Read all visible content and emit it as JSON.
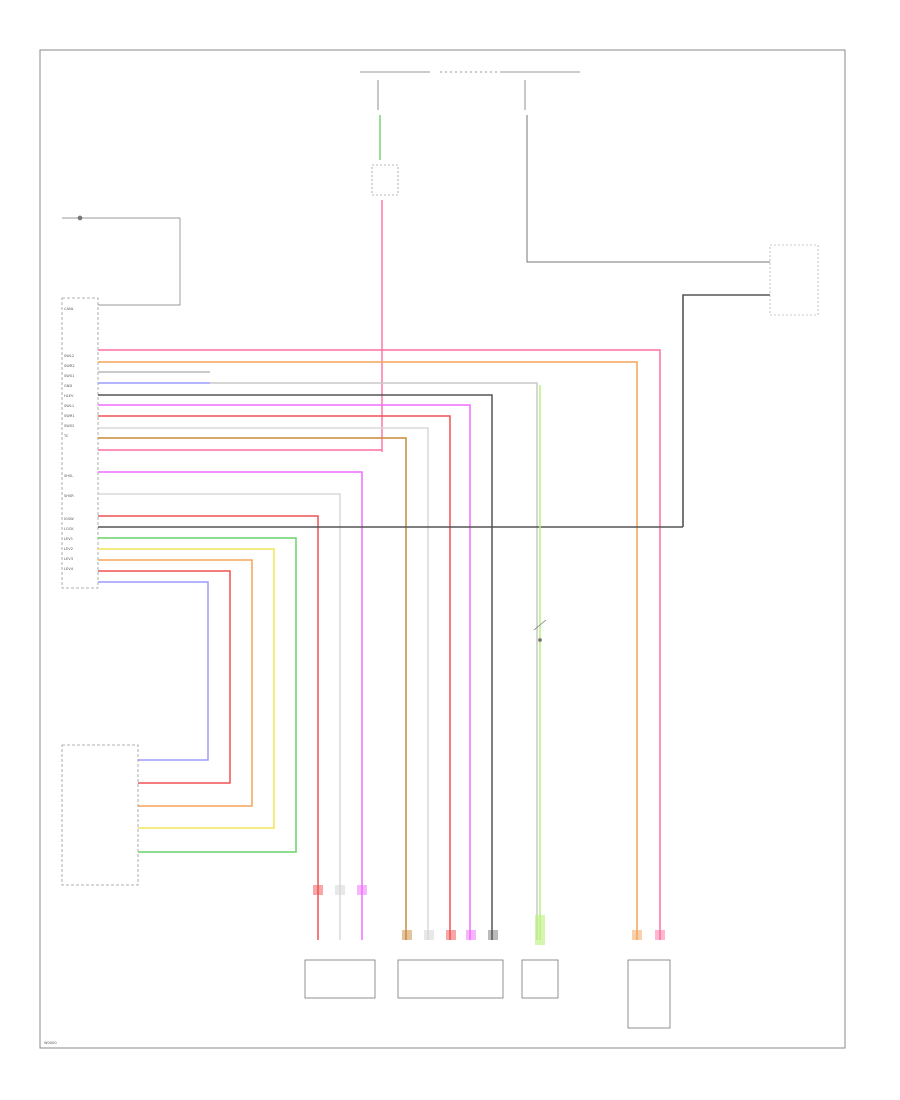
{
  "diagram": {
    "page_code": "W0000",
    "ecu_pin_labels": [
      "CANL",
      "",
      "",
      "",
      "SWL2",
      "SWR2",
      "SWS1",
      "GND",
      "HLEV",
      "SWL1",
      "SWR1",
      "SWS2",
      "TC",
      "",
      "SHSL",
      "",
      "SHSR",
      "",
      "IGSW",
      "LOCK",
      "LEV1",
      "LEV2",
      "LEV3",
      "LEV4"
    ],
    "colors": {
      "pink": "#ff6ea0",
      "orange": "#f6a35a",
      "gray": "#b8b8b8",
      "blue": "#9b9bff",
      "black": "#555555",
      "red": "#f05050",
      "magenta": "#f26bff",
      "brown": "#c98a3a",
      "yellow": "#f3e35a",
      "green": "#6ad46a",
      "lightgreen": "#b9f07a",
      "white": "#d8d8d8",
      "frame": "#888888"
    }
  }
}
